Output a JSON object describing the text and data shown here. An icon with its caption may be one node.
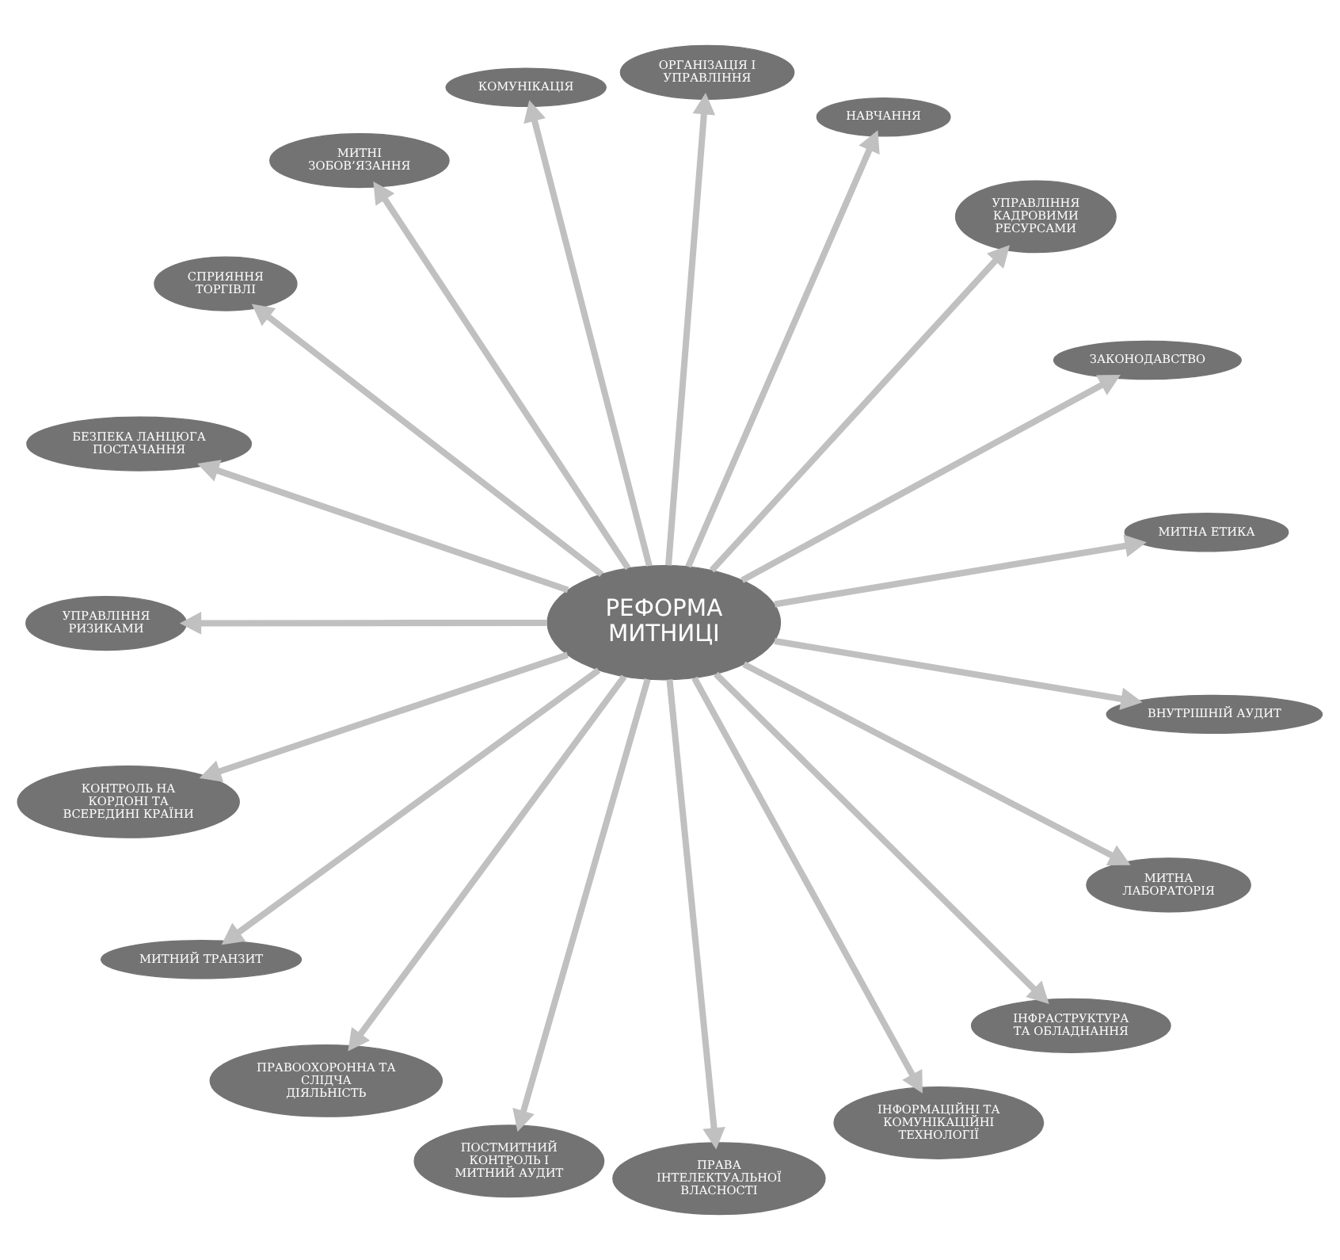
{
  "diagram": {
    "nodes": [
      {
        "text": [
          "РЕФОРМА МИТНИЦІ"
        ]
      },
      {
        "text": [
          "МИТНА ЕТИКА"
        ]
      },
      {
        "text": [
          "ЗАКОНОДАВСТВО"
        ]
      },
      {
        "text": [
          "УПРАВЛІННЯ КАДРОВИМИ РЕСУРСАМИ"
        ]
      },
      {
        "text": [
          "НАВЧАННЯ"
        ]
      },
      {
        "text": [
          "ОРГАНІЗАЦІЯ І УПРАВЛІННЯ"
        ]
      },
      {
        "text": [
          "КОМУНІКАЦІЯ"
        ]
      },
      {
        "text": [
          "МИТНІ ЗОБОВ’ЯЗАННЯ"
        ]
      },
      {
        "text": [
          "СПРИЯННЯ ТОРГІВЛІ"
        ]
      },
      {
        "text": [
          "БЕЗПЕКА ЛАНЦЮГА ПОСТАЧАННЯ"
        ]
      },
      {
        "text": [
          "УПРАВЛІННЯ РИЗИКАМИ"
        ]
      },
      {
        "text": [
          "КОНТРОЛЬ НА КОРДОНІ ТА ВСЕРЕДИНІ КРАЇНИ"
        ]
      },
      {
        "text": [
          "МИТНИЙ ТРАНЗИТ"
        ]
      },
      {
        "text": [
          "ПРАВООХОРОННА ТА СЛІДЧА ДІЯЛЬНІСТЬ"
        ]
      },
      {
        "text": [
          "ПОСТМИТНИЙ КОНТРОЛЬ І МИТНИЙ АУДИТ"
        ]
      },
      {
        "text": [
          "ПРАВА ІНТЕЛЕКТУАЛЬНОЇ ВЛАСНОСТІ"
        ]
      },
      {
        "text": [
          "ІНФОРМАЦІЙНІ ТА КОМУНІКАЦІЙНІ ТЕХНОЛОГІЇ"
        ]
      },
      {
        "text": [
          "ІНФРАСТРУКТУРА ТА ОБЛАДНАННЯ"
        ]
      },
      {
        "text": [
          "МИТНА ЛАБОРАТОРІЯ"
        ]
      },
      {
        "text": [
          "ВНУТРІШНІЙ АУДИТ"
        ]
      }
    ],
    "edges": [
      {
        "from": 0,
        "to": 1,
        "arrow": "to"
      },
      {
        "from": 0,
        "to": 2,
        "arrow": "to"
      },
      {
        "from": 0,
        "to": 3,
        "arrow": "to"
      },
      {
        "from": 0,
        "to": 4,
        "arrow": "to"
      },
      {
        "from": 0,
        "to": 5,
        "arrow": "to"
      },
      {
        "from": 0,
        "to": 6,
        "arrow": "to"
      },
      {
        "from": 0,
        "to": 7,
        "arrow": "to"
      },
      {
        "from": 0,
        "to": 8,
        "arrow": "to"
      },
      {
        "from": 0,
        "to": 9,
        "arrow": "to"
      },
      {
        "from": 0,
        "to": 10,
        "arrow": "to"
      },
      {
        "from": 0,
        "to": 11,
        "arrow": "to"
      },
      {
        "from": 0,
        "to": 12,
        "arrow": "to"
      },
      {
        "from": 0,
        "to": 13,
        "arrow": "to"
      },
      {
        "from": 0,
        "to": 14,
        "arrow": "to"
      },
      {
        "from": 0,
        "to": 15,
        "arrow": "to"
      },
      {
        "from": 0,
        "to": 16,
        "arrow": "to"
      },
      {
        "from": 0,
        "to": 17,
        "arrow": "to"
      },
      {
        "from": 0,
        "to": 18,
        "arrow": "to"
      },
      {
        "from": 0,
        "to": 19,
        "arrow": "to"
      }
    ]
  }
}
